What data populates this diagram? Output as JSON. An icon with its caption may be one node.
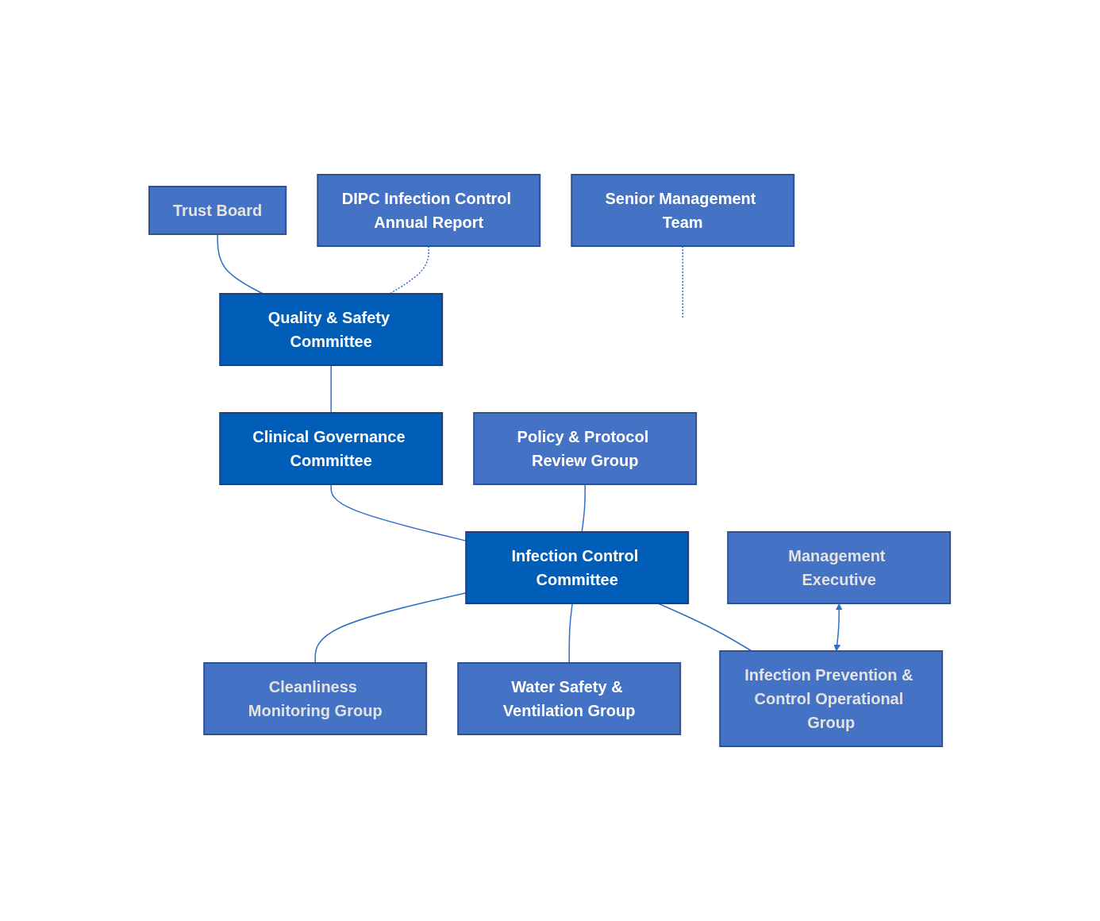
{
  "diagram": {
    "nodes": [
      {
        "text": [
          "Trust Board"
        ]
      },
      {
        "text": [
          "DIPC Infection Control Annual Report"
        ]
      },
      {
        "text": [
          "Quality & Safety Committee"
        ]
      },
      {
        "text": [
          "Clinical Governance Committee"
        ]
      },
      {
        "text": [
          "Management Executive"
        ]
      },
      {
        "text": [
          "Policy & Protocol Review Group"
        ]
      },
      {
        "text": [
          "Infection Control Committee"
        ]
      },
      {
        "text": [
          "Senior Management Team"
        ]
      },
      {
        "text": [
          "Cleanliness Monitoring Group"
        ]
      },
      {
        "text": [
          "Water Safety & Ventilation Group"
        ]
      },
      {
        "text": [
          "Infection Prevention & Control Operational Group"
        ]
      }
    ],
    "edges": [
      {
        "from": 0,
        "to": 2,
        "arrow": "none"
      },
      {
        "from": 1,
        "to": 2,
        "arrow": "none",
        "style": "dashed"
      },
      {
        "from": 2,
        "to": 3,
        "arrow": "none"
      },
      {
        "from": 3,
        "to": 6,
        "arrow": "none"
      },
      {
        "from": 5,
        "to": 6,
        "arrow": "none"
      },
      {
        "from": 6,
        "to": 8,
        "arrow": "none"
      },
      {
        "from": 6,
        "to": 9,
        "arrow": "none"
      },
      {
        "from": 6,
        "to": 10,
        "arrow": "none"
      },
      {
        "from": 4,
        "to": 10,
        "arrow": "both"
      },
      {
        "from": 7,
        "to": null,
        "arrow": "none",
        "style": "dashed"
      }
    ]
  }
}
